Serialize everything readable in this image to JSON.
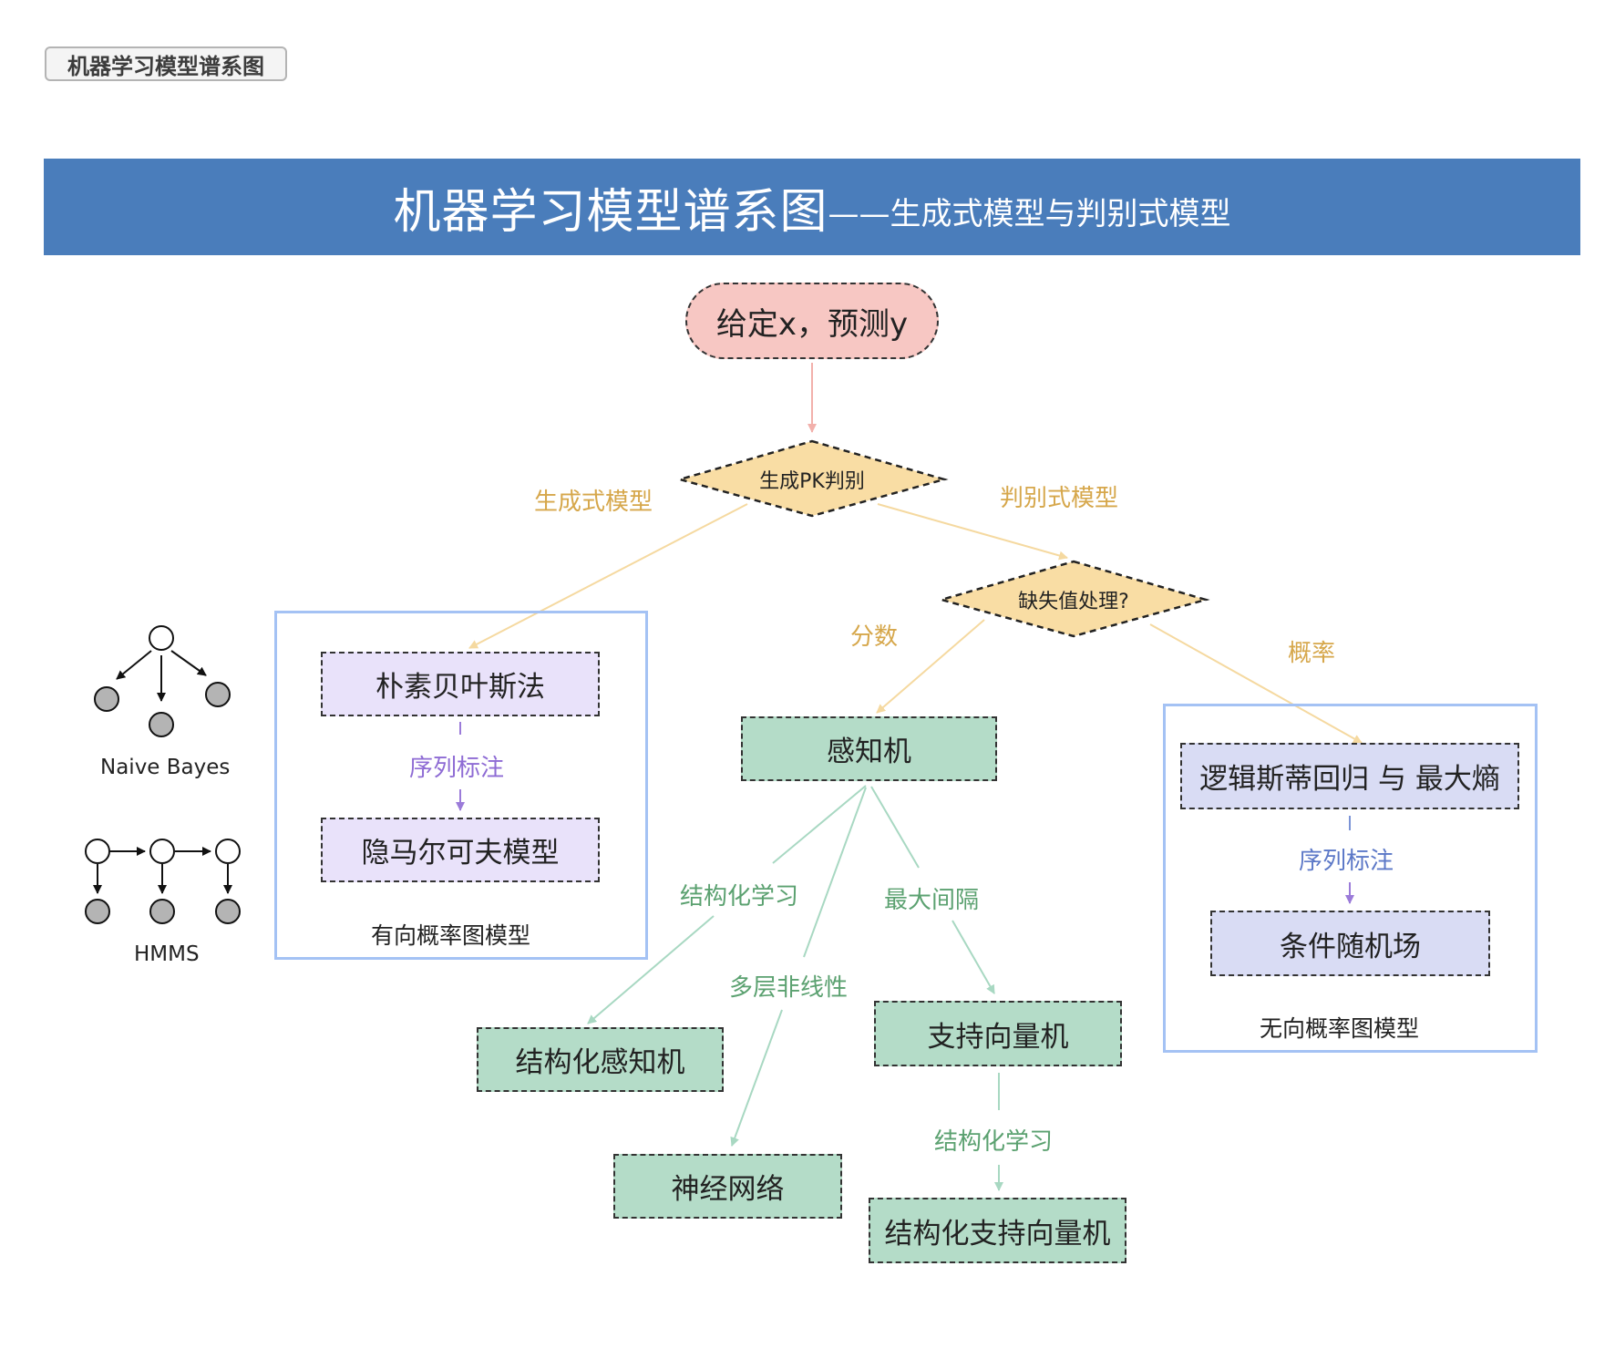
{
  "corner_tag": "机器学习模型谱系图",
  "banner": {
    "title": "机器学习模型谱系图",
    "subtitle": "——生成式模型与判别式模型"
  },
  "start_node": "给定x，预测y",
  "decisions": {
    "gen_vs_disc": "生成PK判别",
    "missing": "缺失值处理?"
  },
  "branch_labels": {
    "generative": "生成式模型",
    "discriminative": "判别式模型",
    "score": "分数",
    "probability": "概率",
    "seq_left": "序列标注",
    "seq_right": "序列标注",
    "struct_learning_1": "结构化学习",
    "max_margin": "最大间隔",
    "multi_layer": "多层非线性",
    "struct_learning_2": "结构化学习"
  },
  "nodes": {
    "naive_bayes": "朴素贝叶斯法",
    "hmm": "隐马尔可夫模型",
    "perceptron": "感知机",
    "structured_perceptron": "结构化感知机",
    "neural_network": "神经网络",
    "svm": "支持向量机",
    "structured_svm": "结构化支持向量机",
    "logreg_maxent": "逻辑斯蒂回归 与 最大熵",
    "crf": "条件随机场"
  },
  "frames": {
    "directed": "有向概率图模型",
    "undirected": "无向概率图模型"
  },
  "side_diagrams": {
    "naive_bayes_caption": "Naive Bayes",
    "hmm_caption": "HMMS"
  },
  "colors": {
    "banner": "#4a7dbb",
    "start": "#f7c7c3",
    "decision": "#f9dda4",
    "generative_box": "#e9e2fa",
    "perceptron_box": "#b4dcc8",
    "crf_box": "#d9dcf4",
    "frame": "#a4c2f4",
    "label_gold": "#d6a74b",
    "label_green": "#5ba170",
    "label_purple": "#8e6bd4",
    "label_blue": "#5c78c7"
  }
}
